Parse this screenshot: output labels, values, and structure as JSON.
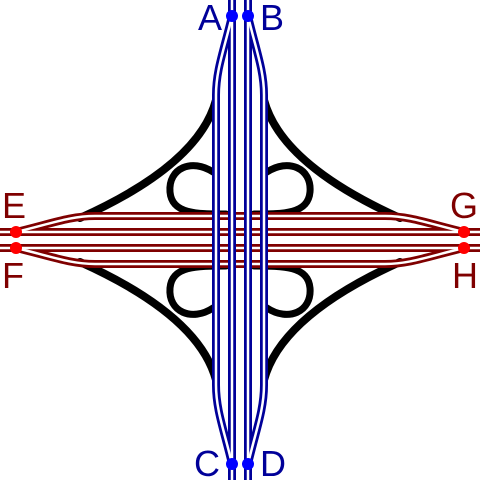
{
  "colors": {
    "background": "#ffffff",
    "ramp": "#000000",
    "north_south_road": "#000099",
    "north_south_node": "#0000ff",
    "east_west_road": "#7f0000",
    "east_west_node": "#ff0000",
    "road_core": "#ffffff"
  },
  "terminals": {
    "a": "A",
    "b": "B",
    "c": "C",
    "d": "D",
    "e": "E",
    "f": "F",
    "g": "G",
    "h": "H"
  }
}
